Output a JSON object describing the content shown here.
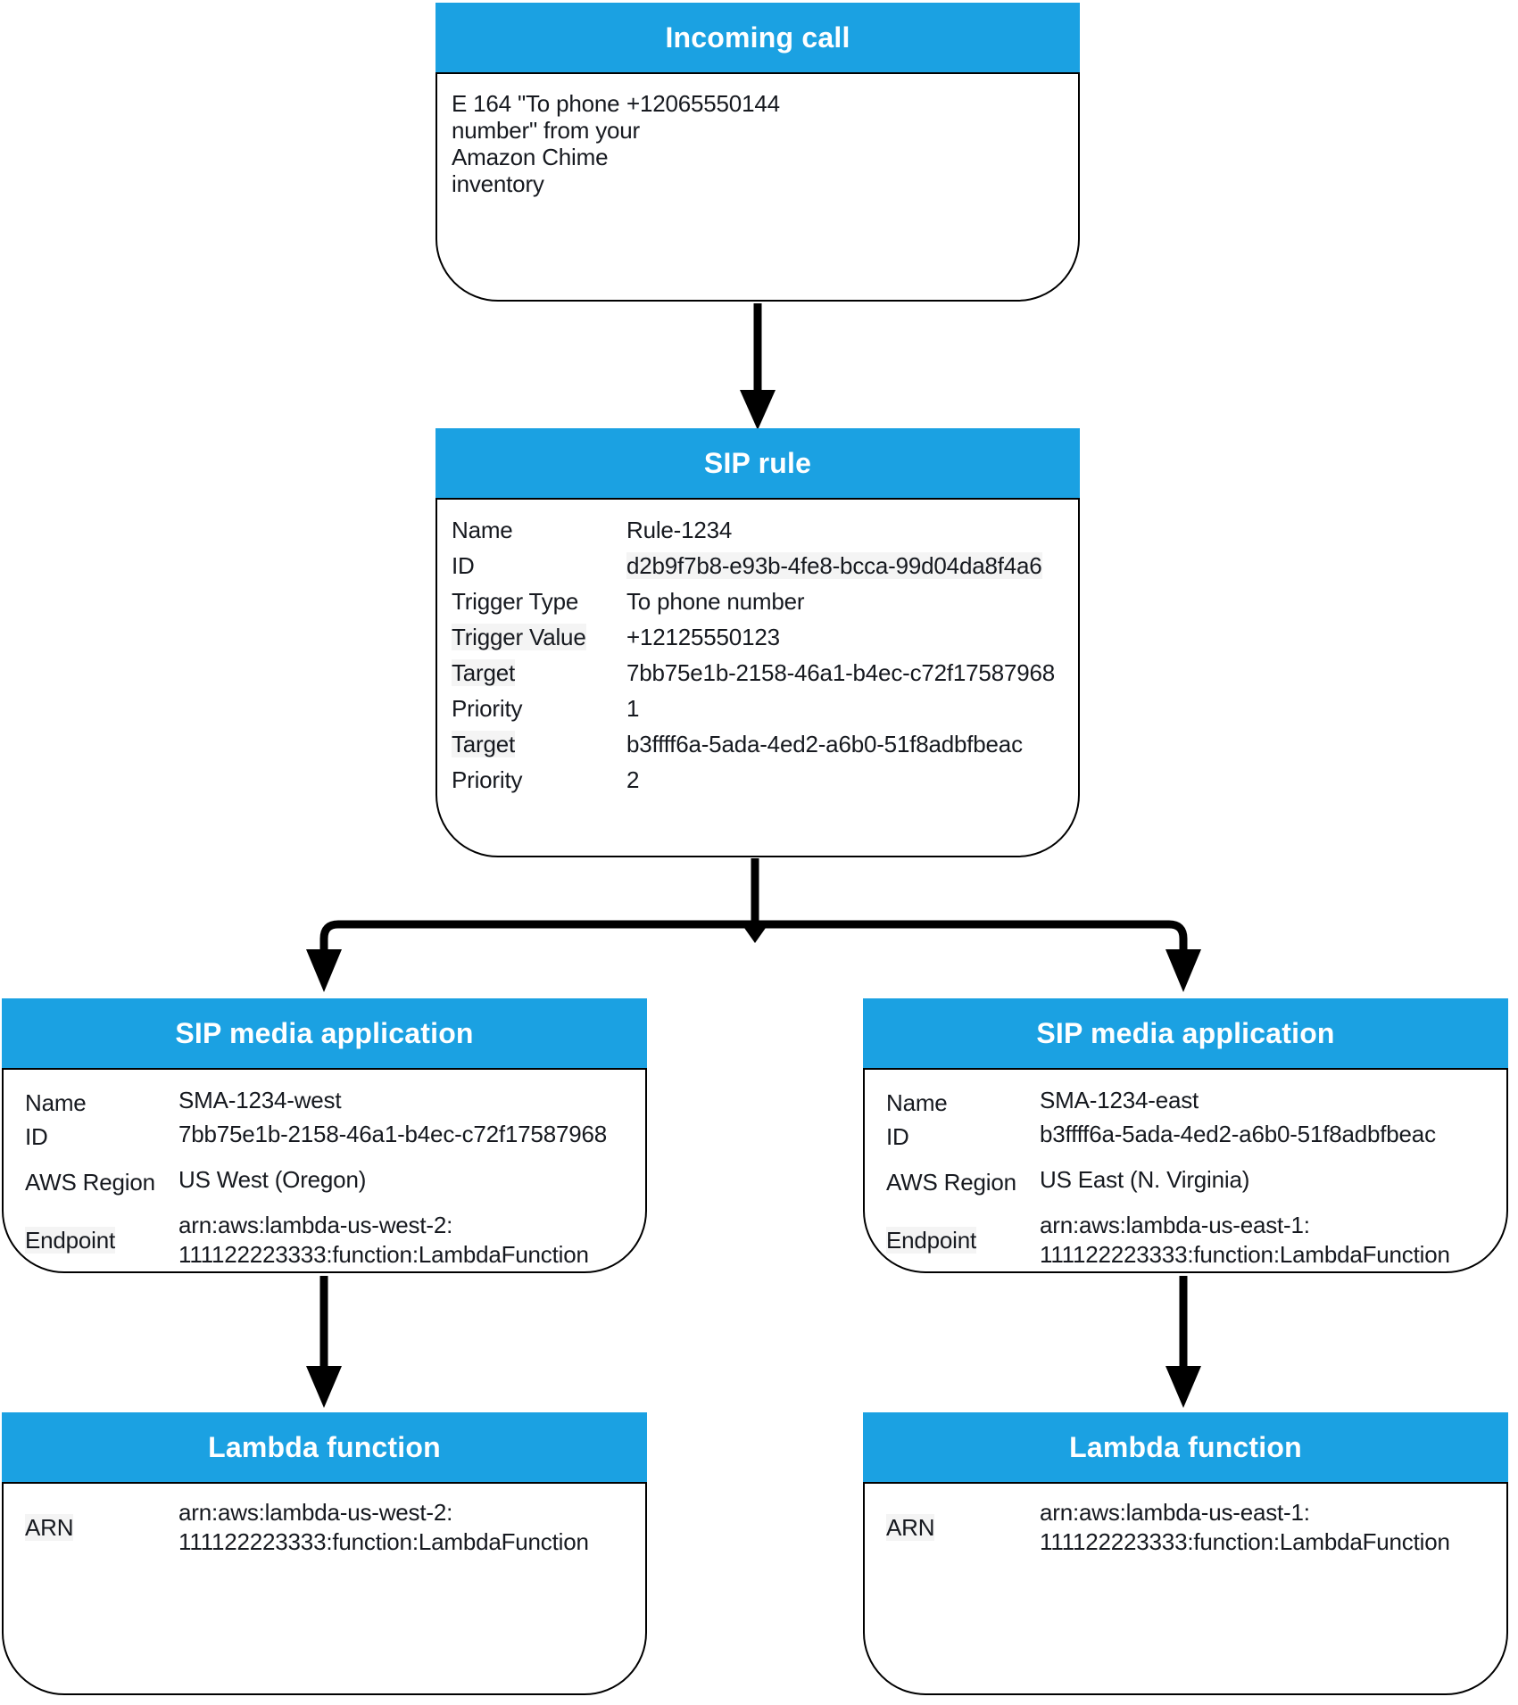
{
  "colors": {
    "header_bg": "#1ba1e2",
    "header_text": "#ffffff",
    "body_bg": "#ffffff",
    "body_border": "#000000",
    "body_text": "#16191f",
    "arrow": "#000000",
    "highlight_bg": "#f4f4f4"
  },
  "boxes": {
    "incoming_call": {
      "title": "Incoming call",
      "rows": [
        {
          "label": "E 164 \"To phone\nnumber\" from your\nAmazon Chime\ninventory",
          "value": "+12065550144"
        }
      ]
    },
    "sip_rule": {
      "title": "SIP rule",
      "rows": [
        {
          "label": "Name",
          "value": "Rule-1234"
        },
        {
          "label": "ID",
          "value": "d2b9f7b8-e93b-4fe8-bcca-99d04da8f4a6",
          "value_hl": true
        },
        {
          "label": "Trigger Type",
          "value": "To phone number"
        },
        {
          "label": "Trigger Value",
          "value": "+12125550123",
          "label_hl": true
        },
        {
          "label": "Target",
          "value": "7bb75e1b-2158-46a1-b4ec-c72f17587968",
          "label_hl": true
        },
        {
          "label": "Priority",
          "value": "1"
        },
        {
          "label": "Target",
          "value": "b3ffff6a-5ada-4ed2-a6b0-51f8adbfbeac",
          "label_hl": true
        },
        {
          "label": "Priority",
          "value": "2"
        }
      ]
    },
    "sma_west": {
      "title": "SIP media application",
      "rows": [
        {
          "label": "Name",
          "value": "SMA-1234-west"
        },
        {
          "label": "ID",
          "value": "7bb75e1b-2158-46a1-b4ec-c72f17587968"
        },
        {
          "label": "AWS Region",
          "value": "US West (Oregon)",
          "gap": true
        },
        {
          "label": "Endpoint",
          "value": "arn:aws:lambda-us-west-2:\n111122223333:function:LambdaFunction",
          "gap": true,
          "label_hl": true
        }
      ]
    },
    "sma_east": {
      "title": "SIP media application",
      "rows": [
        {
          "label": "Name",
          "value": "SMA-1234-east"
        },
        {
          "label": "ID",
          "value": "b3ffff6a-5ada-4ed2-a6b0-51f8adbfbeac"
        },
        {
          "label": "AWS Region",
          "value": "US East (N. Virginia)",
          "gap": true
        },
        {
          "label": "Endpoint",
          "value": "arn:aws:lambda-us-east-1:\n111122223333:function:LambdaFunction",
          "gap": true,
          "label_hl": true
        }
      ]
    },
    "lambda_west": {
      "title": "Lambda function",
      "rows": [
        {
          "label": "ARN",
          "value": "arn:aws:lambda-us-west-2:\n111122223333:function:LambdaFunction",
          "label_hl": true
        }
      ]
    },
    "lambda_east": {
      "title": "Lambda function",
      "rows": [
        {
          "label": "ARN",
          "value": "arn:aws:lambda-us-east-1:\n111122223333:function:LambdaFunction",
          "label_hl": true
        }
      ]
    }
  },
  "edges": [
    {
      "from": "incoming_call",
      "to": "sip_rule"
    },
    {
      "from": "sip_rule",
      "to": "sma_west"
    },
    {
      "from": "sip_rule",
      "to": "sma_east"
    },
    {
      "from": "sma_west",
      "to": "lambda_west"
    },
    {
      "from": "sma_east",
      "to": "lambda_east"
    }
  ]
}
